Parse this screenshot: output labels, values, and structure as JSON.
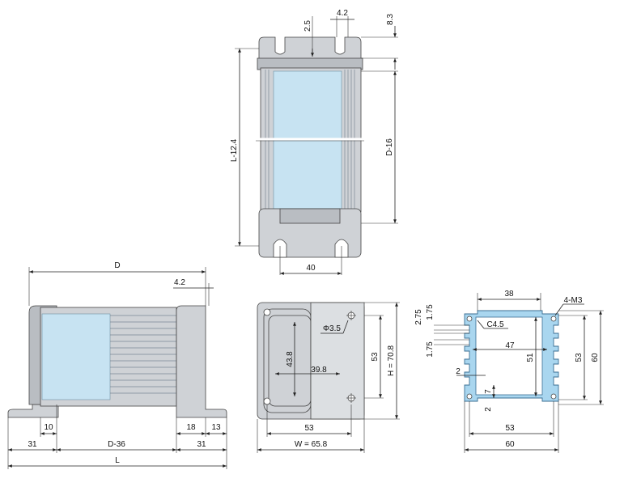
{
  "top_view": {
    "d_2_5": "2.5",
    "d_4_2": "4.2",
    "d_8_3": "8.3",
    "d_L_12_4": "L-12.4",
    "d_D_16": "D-16",
    "d_40": "40"
  },
  "side_view": {
    "d_D": "D",
    "d_4_2": "4.2",
    "d_10": "10",
    "d_18": "18",
    "d_13": "13",
    "d_31_left": "31",
    "d_D_36": "D-36",
    "d_31_right": "31",
    "d_L": "L"
  },
  "end_view": {
    "d_phi": "Φ3.5",
    "d_43_8": "43.8",
    "d_39_8": "39.8",
    "d_53_v": "53",
    "d_H": "H = 70.8",
    "d_53_h": "53",
    "d_W": "W = 65.8"
  },
  "profile_view": {
    "d_38": "38",
    "d_4M3": "4-M3",
    "d_2_75": "2.75",
    "d_1_75_top": "1.75",
    "d_C4_5": "C4.5",
    "d_47": "47",
    "d_1_75_left": "1.75",
    "d_51": "51",
    "d_53_v": "53",
    "d_60_v": "60",
    "d_2_a": "2",
    "d_7": "7",
    "d_2_b": "2",
    "d_53_h": "53",
    "d_60_h": "60"
  },
  "colors": {
    "housing": "#cfd2d6",
    "window": "#c7e3f2",
    "profile": "#a9d6ef"
  }
}
